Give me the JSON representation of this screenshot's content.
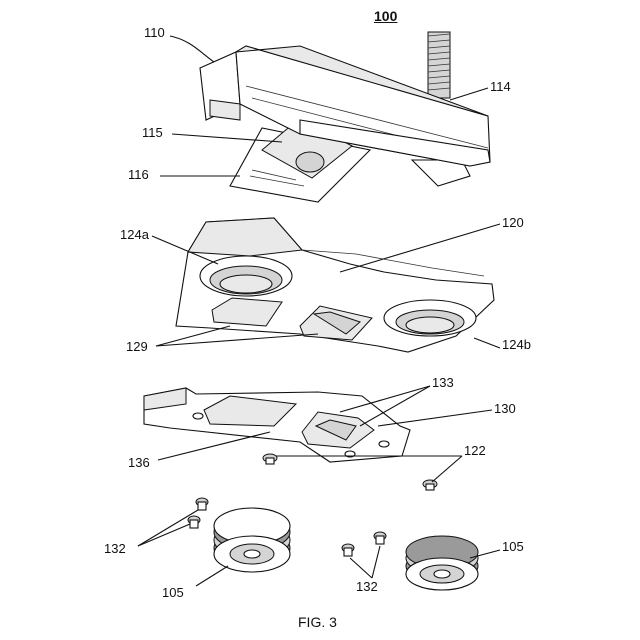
{
  "figure": {
    "assembly_ref": "100",
    "caption": "FIG. 3",
    "labels": {
      "l110": "110",
      "l114": "114",
      "l115": "115",
      "l116": "116",
      "l120": "120",
      "l124a": "124a",
      "l124b": "124b",
      "l129": "129",
      "l133": "133",
      "l130": "130",
      "l136": "136",
      "l122": "122",
      "l132a": "132",
      "l132b": "132",
      "l105a": "105",
      "l105b": "105"
    }
  }
}
